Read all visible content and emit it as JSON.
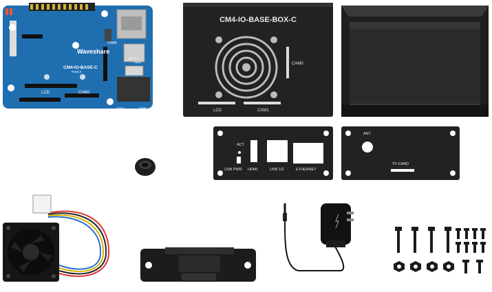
{
  "board": {
    "model": "CM4-IO-BASE-C",
    "subtitle": "Rev5.0",
    "logo_text": "Waveshare",
    "label_lcd": "LCD",
    "label_cam1": "CAM1",
    "label_cam0": "CAM0",
    "label_usb": "USB",
    "label_fan": "FAN",
    "label_hdmi": "HDMI",
    "label_usb_hdmi": "USB 1/2",
    "pcb_color": "#1f6fb0"
  },
  "case_top": {
    "title": "CM4-IO-BASE-BOX-C",
    "label_cam0": "CAM0",
    "label_lcd": "LCD",
    "label_cam1": "CAM1"
  },
  "front_panel": {
    "label_act": "ACT",
    "label_usb_pwr": "USB PWR",
    "label_hdmi": "HDMI",
    "label_usb12": "USB 1/2",
    "label_ethernet": "ETHERNET"
  },
  "back_panel": {
    "label_ant": "ANT",
    "label_tf": "TF-CARD"
  },
  "colors": {
    "metal_dark": "#1c1c1c",
    "metal_mid": "#2a2a2a",
    "print_white": "#e8e8e8"
  }
}
